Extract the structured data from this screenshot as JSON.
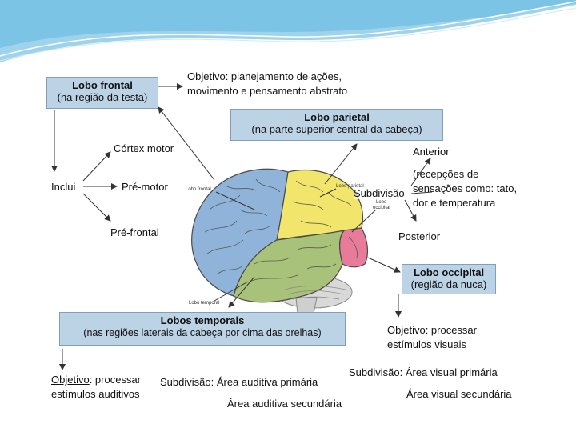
{
  "colors": {
    "header_wave": "#7cc4e6",
    "box_fill": "#bcd3e6",
    "frontal": "#8fb3d9",
    "parietal": "#f2e56b",
    "temporal": "#a9c27a",
    "occipital": "#e87a9a"
  },
  "frontal_box": {
    "title": "Lobo frontal",
    "subtitle": "(na região da testa)"
  },
  "frontal_objective": {
    "line1": "Objetivo: planejamento de ações,",
    "line2": "movimento e pensamento abstrato"
  },
  "parietal_box": {
    "title": "Lobo parietal",
    "subtitle": "(na parte superior central da cabeça)"
  },
  "frontal_parts": {
    "inclui": "Inclui",
    "cortex_motor": "Córtex motor",
    "pre_motor": "Pré-motor",
    "pre_frontal": "Pré-frontal"
  },
  "parietal_parts": {
    "anterior": "Anterior",
    "recepcoes_1": "(recepções de",
    "recepcoes_2": "sensações como: tato,",
    "recepcoes_3": "dor e temperatura",
    "subdivisao": "Subdivisão",
    "posterior": "Posterior"
  },
  "brain_labels": {
    "lobo_frontal": "Lobo frontal",
    "lobo_parietal": "Lobo parietal",
    "lobo_occipital_1": "Lobo",
    "lobo_occipital_2": "occipital",
    "lobo_temporal": "Lobo temporal"
  },
  "occipital_box": {
    "title": "Lobo occipital",
    "subtitle": "(região da nuca)"
  },
  "occipital_objective": {
    "line1": "Objetivo: processar",
    "line2": "estímulos visuais"
  },
  "temporal_box": {
    "title": "Lobos temporais",
    "subtitle": "(nas regiões laterais da cabeça por cima das orelhas)"
  },
  "temporal_objective": {
    "word": "Objetivo",
    "rest": ": processar",
    "line2": "estímulos auditivos"
  },
  "temporal_subdivision": {
    "line1": "Subdivisão: Área auditiva primária",
    "line2": "Área auditiva secundária"
  },
  "occipital_subdivision": {
    "line1": "Subdivisão: Área visual primária",
    "line2": "Área visual secundária"
  }
}
